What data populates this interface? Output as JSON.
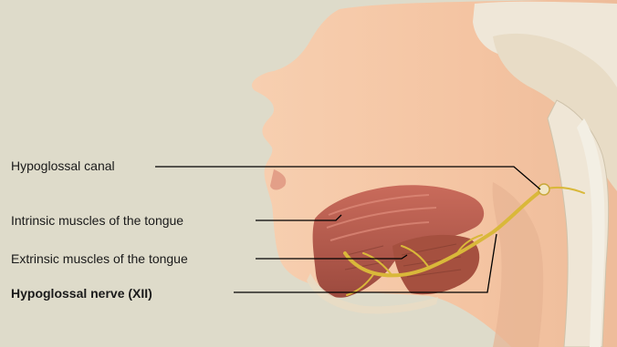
{
  "labels": {
    "hypoglossal_canal": "Hypoglossal canal",
    "intrinsic_muscles": "Intrinsic muscles of the tongue",
    "extrinsic_muscles": "Extrinsic muscles of the tongue",
    "hypoglossal_nerve": "Hypoglossal nerve (XII)"
  },
  "colors": {
    "background": "#dedbca",
    "skin": "#f4c7a6",
    "bone": "#efe7d8",
    "muscle": "#b85a4c",
    "nerve": "#e0c040",
    "leader_line": "#000000"
  }
}
